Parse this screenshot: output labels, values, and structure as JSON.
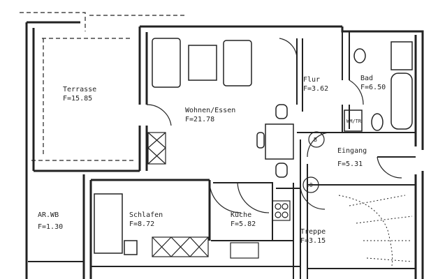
{
  "rooms": [
    {
      "name": "Terrasse",
      "area": "F=15.85"
    },
    {
      "name": "Wohnen/Essen",
      "area": "F=21.78"
    },
    {
      "name": "Flur",
      "area": "F=3.62"
    },
    {
      "name": "Bad",
      "area": "F=6.50"
    },
    {
      "name": "Eingang",
      "area": "F=5.31"
    },
    {
      "name": "AR.WB",
      "area": "F=1.30"
    },
    {
      "name": "Schlafen",
      "area": "F=8.72"
    },
    {
      "name": "Küche",
      "area": "F=5.82"
    },
    {
      "name": "Treppe",
      "area": "F=3.15"
    }
  ],
  "markers": {
    "washer": "WM/TR",
    "circle_b": "B",
    "circle_10": "10"
  },
  "colors": {
    "line": "#222222",
    "background": "#ffffff"
  }
}
